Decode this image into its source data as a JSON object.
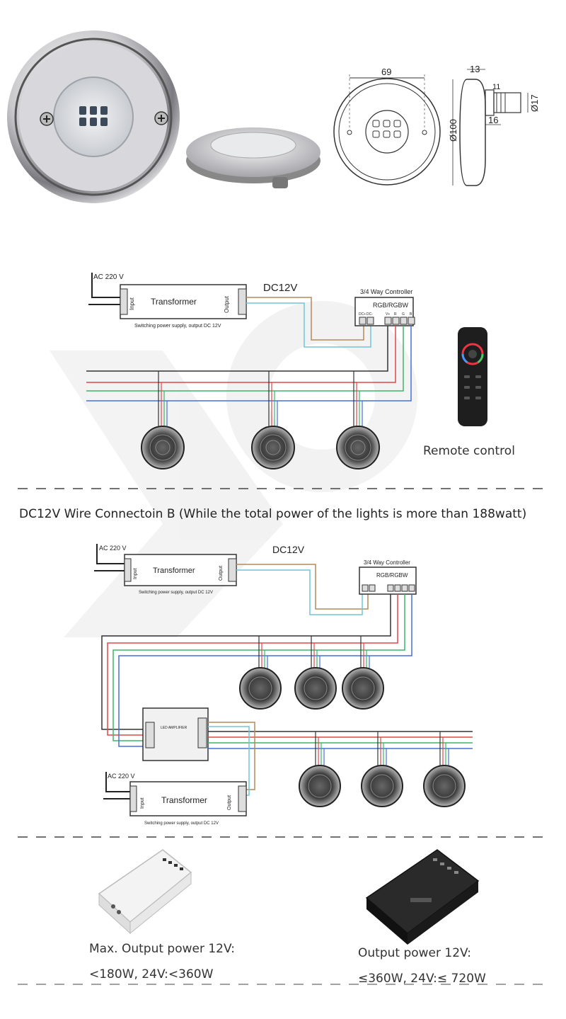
{
  "dimensions": {
    "width_label": "69",
    "depth_label": "13",
    "thread_label": "11",
    "diameter_label": "Ø100",
    "shaft_label": "Ø17",
    "length_label": "16"
  },
  "diagram_a": {
    "ac_label": "AC 220 V",
    "transformer_label": "Transformer",
    "input_label": "Input",
    "output_label": "Output",
    "psu_note": "Switching power supply, output DC 12V",
    "dc_label": "DC12V",
    "controller_title": "3/4 Way Controller",
    "controller_mode": "RGB/RGBW",
    "controller_terms": [
      "DC+",
      "DC-",
      "V+",
      "R",
      "G",
      "B"
    ],
    "remote_label": "Remote control"
  },
  "section_b": {
    "heading": "DC12V Wire Connectoin B (While the total power of the lights is more than 188watt)",
    "ac_label_top": "AC 220 V",
    "ac_label_bottom": "AC 220 V",
    "transformer_label": "Transformer",
    "input_label": "Input",
    "output_label": "Output",
    "psu_note": "Switching power supply, output DC 12V",
    "dc_label": "DC12V",
    "controller_title": "3/4 Way Controller",
    "controller_mode": "RGB/RGBW",
    "amplifier_label": "LED AMPLIFIER"
  },
  "products": {
    "left_line1": "Max. Output power 12V:",
    "left_line2": "<180W, 24V:<360W",
    "right_line1": "Output power 12V:",
    "right_line2": "≤360W,  24V:≤ 720W"
  },
  "colors": {
    "wire_black": "#333333",
    "wire_red": "#e04848",
    "wire_green": "#3fb36b",
    "wire_blue": "#4a6fd8",
    "wire_brown": "#b48a5a",
    "wire_cyan": "#6ec6d8"
  }
}
